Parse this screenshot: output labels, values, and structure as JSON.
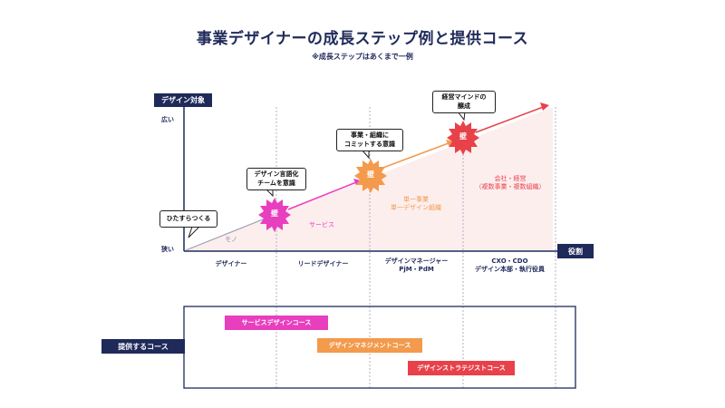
{
  "title": "事業デザイナーの成長ステップ例と提供コース",
  "subtitle": "※成長ステップはあくまで一例",
  "y_axis": {
    "label": "デザイン対象",
    "high": "広い",
    "low": "狭い"
  },
  "x_axis": {
    "label": "役割"
  },
  "bubbles": {
    "b1": "ひたすらつくる",
    "b2": "デザイン言語化\nチームを意識",
    "b3": "事業・組織に\nコミットする意識",
    "b4": "経営マインドの\n醸成"
  },
  "wall_label": "壁",
  "phases": {
    "mono": "モノ",
    "service": "サービス",
    "single": "単一事業\n単一デザイン組織",
    "company": "会社・経営\n（複数事業・複数組織）"
  },
  "roles": {
    "r1": "デザイナー",
    "r2": "リードデザイナー",
    "r3": "デザインマネージャー\nPjM・PdM",
    "r4": "CXO・CDO\nデザイン本部・執行役員"
  },
  "courses": {
    "label": "提供するコース",
    "c1": "サービスデザインコース",
    "c2": "デザインマネジメントコース",
    "c3": "デザインストラテジストコース"
  },
  "colors": {
    "navy": "#1f2a5a",
    "magenta": "#e83fbf",
    "orange": "#f39a4c",
    "red": "#e8414a",
    "pale": "#fdeeee"
  }
}
